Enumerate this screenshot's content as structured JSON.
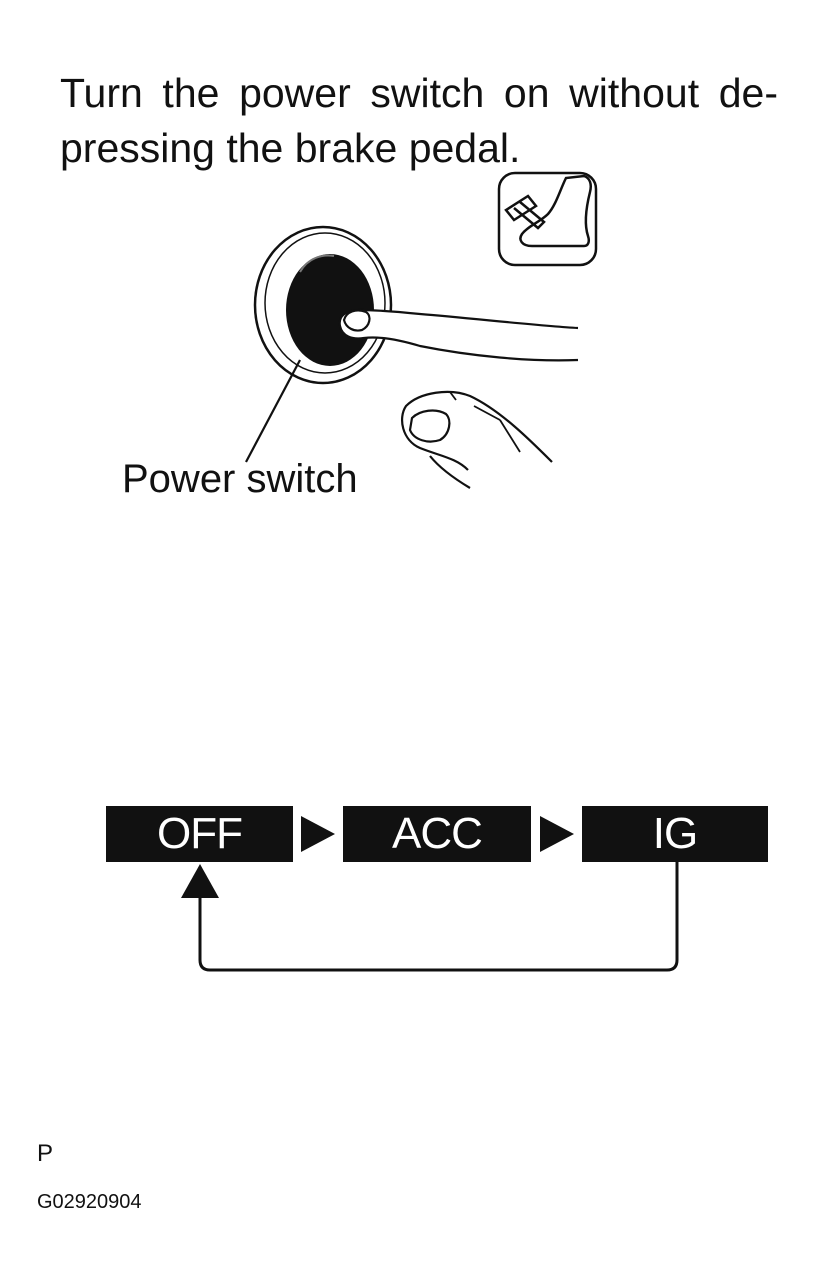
{
  "instruction": {
    "line1": "Turn the power switch on without de-",
    "line2": "pressing the brake pedal."
  },
  "illustration": {
    "callout_label": "Power switch",
    "icons": [
      "brake-pedal-icon",
      "power-switch-button",
      "finger-hand"
    ]
  },
  "mode_sequence": {
    "modes": [
      "OFF",
      "ACC",
      "IG"
    ],
    "box_color": "#111111",
    "text_color": "#ffffff"
  },
  "footer": {
    "mark": "P",
    "figure_code": "G02920904"
  }
}
